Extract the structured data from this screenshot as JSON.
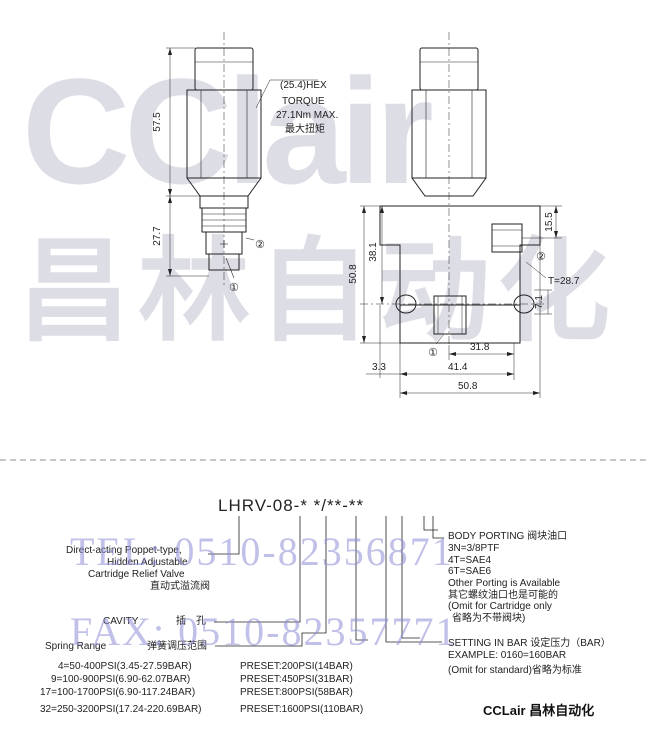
{
  "watermark": {
    "logo_latin": "CClair",
    "logo_cjk": "昌林自动化",
    "tel": "TEL: 0510-82356871",
    "fax": "FAX: 0510-82357771"
  },
  "drawing": {
    "hex_label": "(25.4)HEX",
    "torque_label": "TORQUE",
    "torque_value": "27.1Nm MAX.",
    "torque_cn": "最大扭矩",
    "dims": {
      "h_57_5": "57.5",
      "h_27_7": "27.7",
      "h_50_8": "50.8",
      "h_38_1": "38.1",
      "h_15_5": "15.5",
      "h_7_1": "7.1",
      "t_28_7": "T=28.7",
      "w_31_8": "31.8",
      "w_41_4": "41.4",
      "w_50_8": "50.8",
      "w_3_3": "3.3"
    },
    "port1": "①",
    "port2": "②"
  },
  "ordering": {
    "code": "LHRV-08-*  */**-**",
    "type_desc": [
      "Direct-acting Poppet-type,",
      "Hidden Adjustable",
      "Cartridge Relief Valve",
      "直动式溢流阀"
    ],
    "cavity": "CAVITY",
    "cavity_cn": "插　孔",
    "spring_range": "Spring Range",
    "spring_range_cn": "弹簧调压范围",
    "spring_options": [
      "4=50-400PSI(3.45-27.59BAR)",
      "9=100-900PSI(6.90-62.07BAR)",
      "17=100-1700PSI(6.90-117.24BAR)",
      "32=250-3200PSI(17.24-220.69BAR)"
    ],
    "presets": [
      "PRESET:200PSI(14BAR)",
      "PRESET:450PSI(31BAR)",
      "PRESET:800PSI(58BAR)",
      "PRESET:1600PSI(110BAR)"
    ],
    "body_porting": [
      "BODY PORTING 阀块油口",
      "3N=3/8PTF",
      "4T=SAE4",
      "6T=SAE6",
      "Other Porting is Available",
      "其它螺纹油口也是可能的",
      "(Omit for Cartridge only",
      "省略为不带阀块)"
    ],
    "setting": [
      "SETTING IN BAR 设定压力（BAR）",
      "EXAMPLE: 0160=160BAR",
      "(Omit for standard)省略为标准"
    ],
    "brand": "CCLair 昌林自动化"
  }
}
